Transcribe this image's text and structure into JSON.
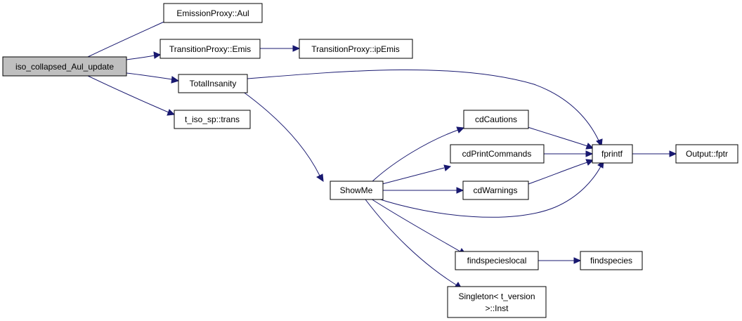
{
  "colors": {
    "edge": "#191970",
    "root_fill": "#bfbfbf",
    "node_fill": "#ffffff",
    "node_stroke": "#000000"
  },
  "nodes": {
    "iso_collapsed_aul_update": {
      "label": "iso_collapsed_Aul_update"
    },
    "emissionproxy_aul": {
      "label": "EmissionProxy::Aul"
    },
    "transitionproxy_emis": {
      "label": "TransitionProxy::Emis"
    },
    "transitionproxy_ipemis": {
      "label": "TransitionProxy::ipEmis"
    },
    "totalinsanity": {
      "label": "TotalInsanity"
    },
    "t_iso_sp_trans": {
      "label": "t_iso_sp::trans"
    },
    "cdcautions": {
      "label": "cdCautions"
    },
    "cdprintcommands": {
      "label": "cdPrintCommands"
    },
    "fprintf": {
      "label": "fprintf"
    },
    "output_fptr": {
      "label": "Output::fptr"
    },
    "showme": {
      "label": "ShowMe"
    },
    "cdwarnings": {
      "label": "cdWarnings"
    },
    "findspecieslocal": {
      "label": "findspecieslocal"
    },
    "findspecies": {
      "label": "findspecies"
    },
    "singleton_inst": {
      "label_line1": "Singleton< t_version",
      "label_line2": ">::Inst"
    }
  },
  "edges": [
    {
      "from": "iso_collapsed_Aul_update",
      "to": "EmissionProxy::Aul"
    },
    {
      "from": "iso_collapsed_Aul_update",
      "to": "TransitionProxy::Emis"
    },
    {
      "from": "iso_collapsed_Aul_update",
      "to": "TotalInsanity"
    },
    {
      "from": "iso_collapsed_Aul_update",
      "to": "t_iso_sp::trans"
    },
    {
      "from": "TransitionProxy::Emis",
      "to": "TransitionProxy::ipEmis"
    },
    {
      "from": "TotalInsanity",
      "to": "fprintf"
    },
    {
      "from": "TotalInsanity",
      "to": "ShowMe"
    },
    {
      "from": "ShowMe",
      "to": "cdCautions"
    },
    {
      "from": "ShowMe",
      "to": "cdPrintCommands"
    },
    {
      "from": "ShowMe",
      "to": "cdWarnings"
    },
    {
      "from": "ShowMe",
      "to": "fprintf"
    },
    {
      "from": "ShowMe",
      "to": "findspecieslocal"
    },
    {
      "from": "ShowMe",
      "to": "Singleton< t_version >::Inst"
    },
    {
      "from": "cdCautions",
      "to": "fprintf"
    },
    {
      "from": "cdPrintCommands",
      "to": "fprintf"
    },
    {
      "from": "cdWarnings",
      "to": "fprintf"
    },
    {
      "from": "fprintf",
      "to": "Output::fptr"
    },
    {
      "from": "findspecieslocal",
      "to": "findspecies"
    }
  ]
}
